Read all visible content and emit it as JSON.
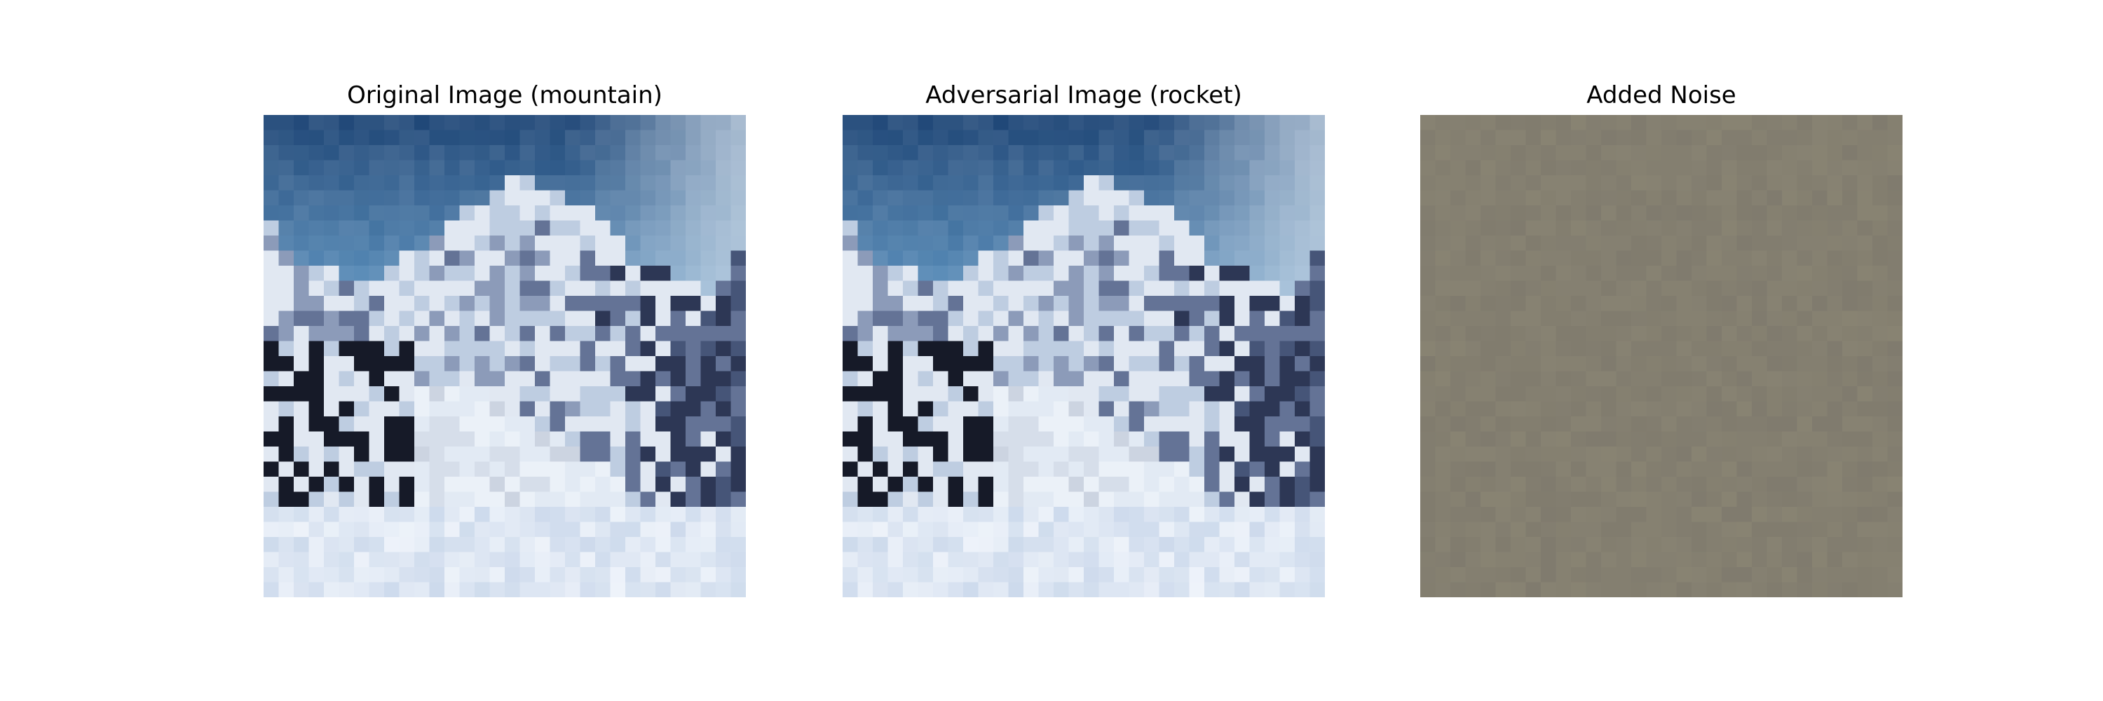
{
  "panels": [
    {
      "title": "Original Image (mountain)"
    },
    {
      "title": "Adversarial Image (rocket)"
    },
    {
      "title": "Added Noise"
    }
  ],
  "colors": {
    "background": "#ffffff",
    "noise_base": "#847f70"
  }
}
